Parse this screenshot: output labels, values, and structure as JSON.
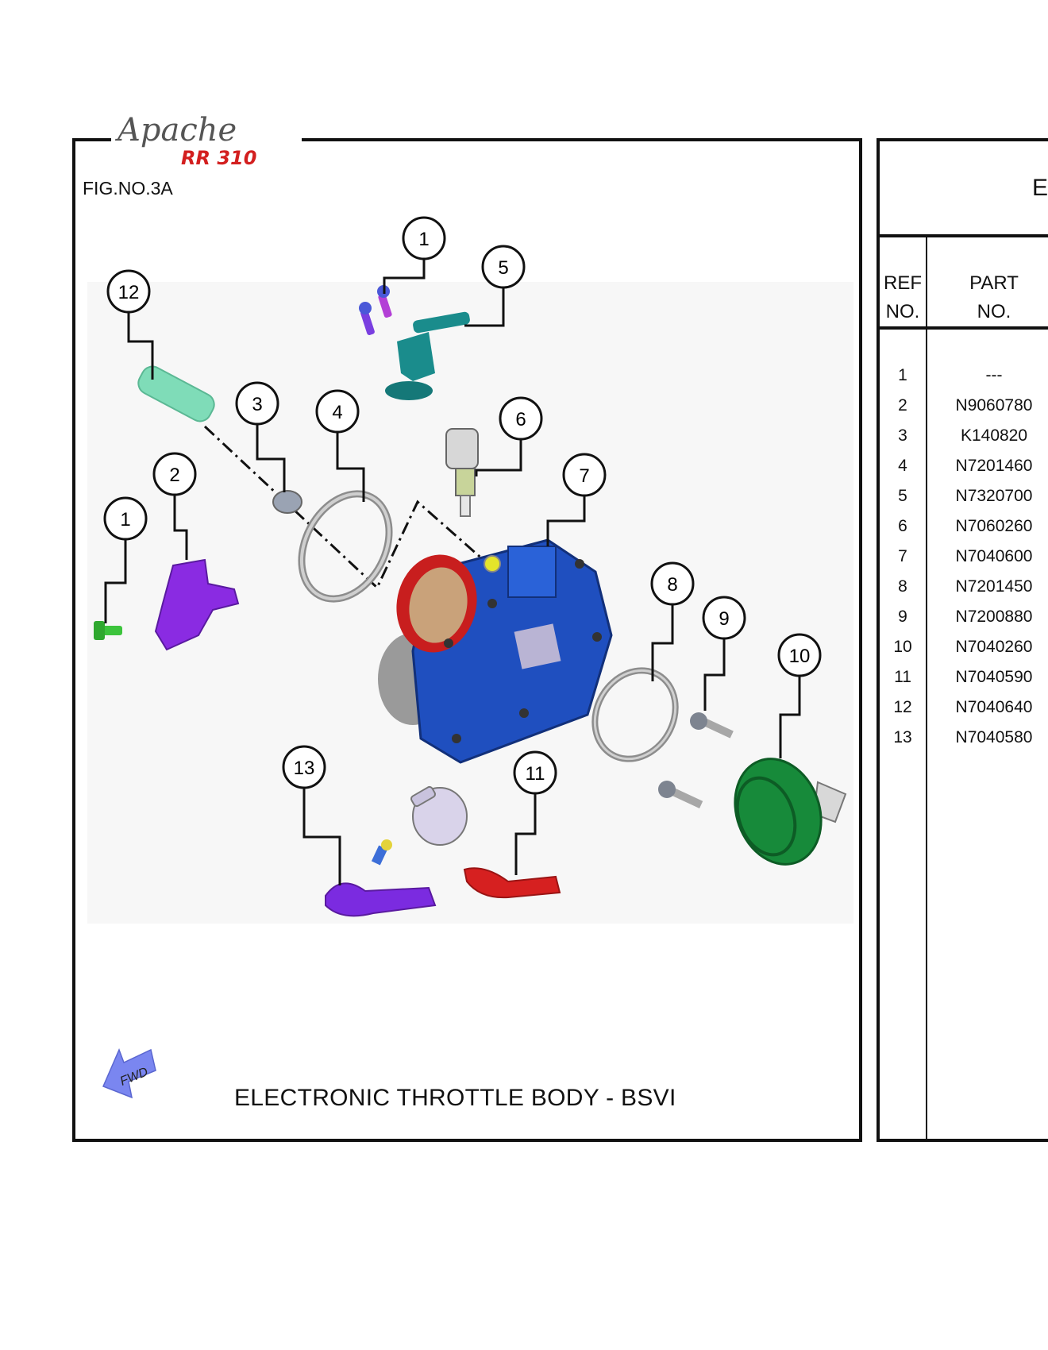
{
  "logo": {
    "brand": "Apache",
    "model": "RR 310"
  },
  "figure": {
    "number_label": "FIG.NO.3A",
    "caption": "ELECTRONIC THROTTLE BODY - BSVI",
    "direction_label": "FWD"
  },
  "callouts": [
    "1",
    "5",
    "12",
    "3",
    "4",
    "6",
    "2",
    "7",
    "1",
    "8",
    "9",
    "10",
    "13",
    "11"
  ],
  "table": {
    "title_fragment": "E",
    "header": {
      "ref_line1": "REF",
      "ref_line2": "NO.",
      "part_line1": "PART",
      "part_line2": "NO."
    },
    "rows": [
      {
        "ref": "1",
        "part": "---"
      },
      {
        "ref": "2",
        "part": "N9060780"
      },
      {
        "ref": "3",
        "part": "K140820"
      },
      {
        "ref": "4",
        "part": "N7201460"
      },
      {
        "ref": "5",
        "part": "N7320700"
      },
      {
        "ref": "6",
        "part": "N7060260"
      },
      {
        "ref": "7",
        "part": "N7040600"
      },
      {
        "ref": "8",
        "part": "N7201450"
      },
      {
        "ref": "9",
        "part": "N7200880"
      },
      {
        "ref": "10",
        "part": "N7040260"
      },
      {
        "ref": "11",
        "part": "N7040590"
      },
      {
        "ref": "12",
        "part": "N7040640"
      },
      {
        "ref": "13",
        "part": "N7040580"
      }
    ]
  },
  "colors": {
    "throttle_body": "#1f4fbf",
    "throttle_bore": "#c81e1e",
    "injector_holder": "#1a8c8c",
    "hose_purple": "#7b2be0",
    "hose_red": "#d62020",
    "air_boot": "#178a3a",
    "sensor_purple": "#8a2be2",
    "bolt_green": "#3cc43c",
    "pipe_mint": "#7fdcb8",
    "fwd_arrow": "#7a86f0"
  }
}
